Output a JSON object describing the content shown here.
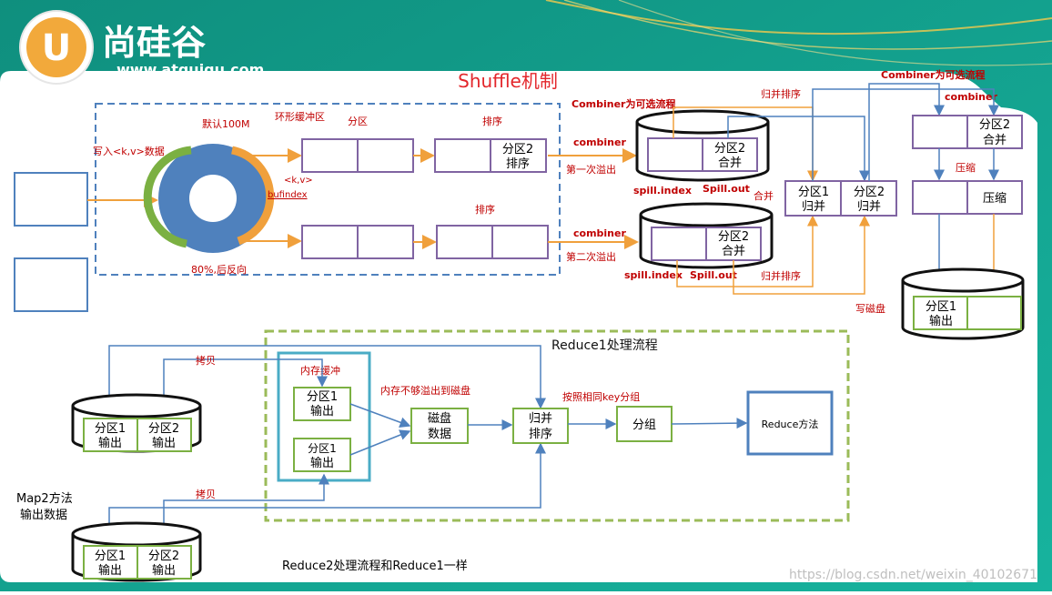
{
  "logo": {
    "brand": "尚硅谷",
    "url": "www.atguigu.com",
    "letter": "U"
  },
  "title": "Shuffle机制",
  "map": {
    "write_kv": "写入<k,v>数据",
    "default_100m": "默认100M",
    "ring_buffer": "环形缓冲区",
    "partition": "分区",
    "sort": "排序",
    "sort2": "排序",
    "kv": "<k,v>",
    "bufindex": "bufindex",
    "reverse80": "80%,后反向",
    "p2_line1": "分区2",
    "p2_line2": "排序",
    "combiner_optional1": "Combiner为可选流程",
    "combiner1": "combiner",
    "combiner2": "combiner",
    "spill1": "第一次溢出",
    "spill2": "第二次溢出",
    "disk1_l1": "分区2",
    "disk1_l2": "合并",
    "disk2_l1": "分区2",
    "disk2_l2": "合并",
    "spill_index1": "spill.index",
    "spill_out1": "Spill.out",
    "spill_index2": "spill.index",
    "spill_out2": "Spill.out",
    "merge_sort_top": "归并排序",
    "merge_sort_bottom": "归并排序",
    "merge": "合并",
    "merge_p1_l1": "分区1",
    "merge_p1_l2": "归并",
    "merge_p2_l1": "分区2",
    "merge_p2_l2": "归并",
    "combiner_optional2": "Combiner为可选流程",
    "combiner3": "combiner",
    "right_p2_l1": "分区2",
    "right_p2_l2": "合并",
    "compress_label": "压缩",
    "compress_cell": "压缩",
    "write_disk": "写磁盘",
    "out_p1_l1": "分区1",
    "out_p1_l2": "输出"
  },
  "reduce": {
    "title": "Reduce1处理流程",
    "copy1": "拷贝",
    "copy2": "拷贝",
    "mem_buffer": "内存缓冲",
    "mem_p1_l1": "分区1",
    "mem_p1_l2": "输出",
    "mem_p1b_l1": "分区1",
    "mem_p1b_l2": "输出",
    "mem_overflow": "内存不够溢出到磁盘",
    "disk_l1": "磁盘",
    "disk_l2": "数据",
    "group_by_key": "按照相同key分组",
    "merge_l1": "归并",
    "merge_l2": "排序",
    "group": "分组",
    "reduce_method": "Reduce方法",
    "reduce2_note": "Reduce2处理流程和Reduce1一样"
  },
  "disks": {
    "a_p1_l1": "分区1",
    "a_p1_l2": "输出",
    "a_p2_l1": "分区2",
    "a_p2_l2": "输出",
    "b_p1_l1": "分区1",
    "b_p1_l2": "输出",
    "b_p2_l1": "分区2",
    "b_p2_l2": "输出"
  },
  "map2": {
    "line1": "Map2方法",
    "line2": "输出数据"
  },
  "watermark": "https://blog.csdn.net/weixin_40102671",
  "colors": {
    "teal": "#13a18f",
    "orange": "#f0a03c",
    "blue": "#4f81bd",
    "purple": "#8064a2",
    "green": "#7bb042",
    "red": "#e3262b",
    "dark_red": "#c00000",
    "cyan": "#4aacc6"
  }
}
